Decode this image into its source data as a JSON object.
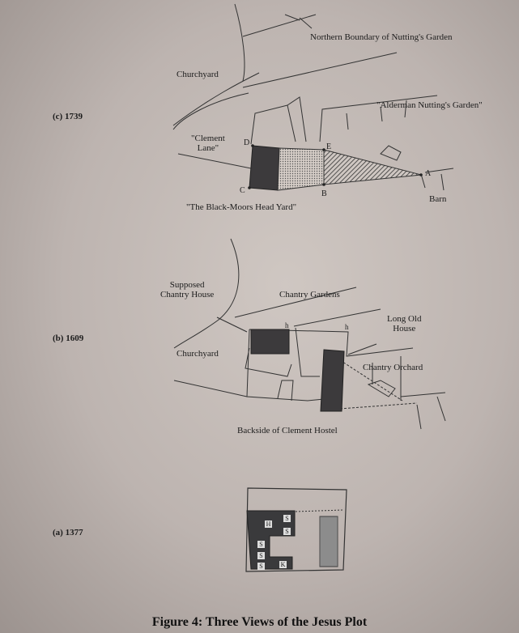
{
  "caption": "Figure 4: Three Views of the Jesus Plot",
  "panels": [
    {
      "label": "(c) 1739",
      "annotations": {
        "northern_boundary": "Northern Boundary of Nutting's Garden",
        "churchyard": "Churchyard",
        "alderman": "\"Alderman Nutting's Garden\"",
        "clement_lane": "\"Clement\nLane\"",
        "black_moors": "\"The Black-Moors Head Yard\"",
        "barn": "Barn",
        "points": [
          "A",
          "B",
          "C",
          "D",
          "E"
        ]
      }
    },
    {
      "label": "(b) 1609",
      "annotations": {
        "supposed_chantry_house": "Supposed\nChantry House",
        "chantry_gardens": "Chantry Gardens",
        "long_old_house": "Long Old\nHouse",
        "churchyard": "Churchyard",
        "chantry_orchard": "Chantry Orchard",
        "backside": "Backside of Clement Hostel",
        "h_marks": [
          "h",
          "h"
        ]
      }
    },
    {
      "label": "(a) 1377",
      "cells": [
        "H",
        "S",
        "S",
        "S",
        "S",
        "S",
        "K"
      ]
    }
  ]
}
